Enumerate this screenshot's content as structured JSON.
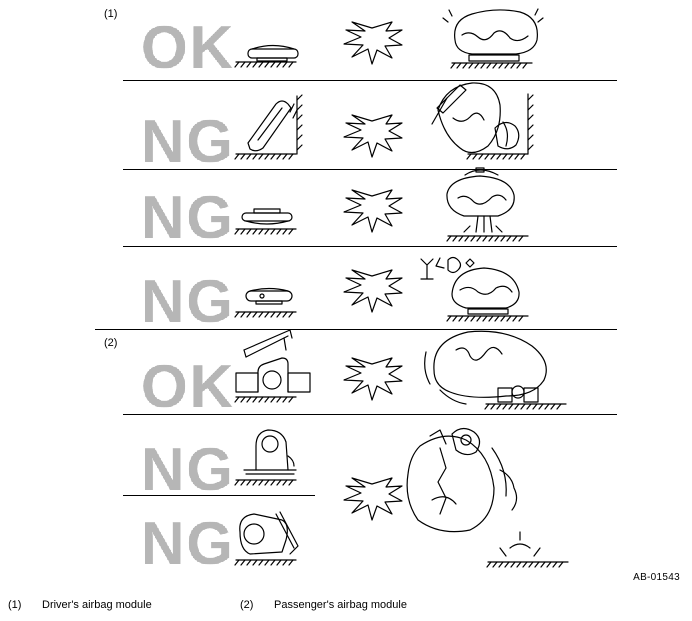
{
  "sections": [
    {
      "number": "(1)"
    },
    {
      "number": "(2)"
    }
  ],
  "verdicts": [
    "OK",
    "NG",
    "NG",
    "NG",
    "OK",
    "NG",
    "NG"
  ],
  "figure_code": "AB-01543",
  "legend": [
    {
      "number": "(1)",
      "text": "Driver's airbag module"
    },
    {
      "number": "(2)",
      "text": "Passenger's airbag module"
    }
  ],
  "icons": [
    "burst-arrow-icon",
    "airbag-module-icon",
    "deployed-airbag-icon",
    "wall-icon",
    "floor-icon"
  ]
}
